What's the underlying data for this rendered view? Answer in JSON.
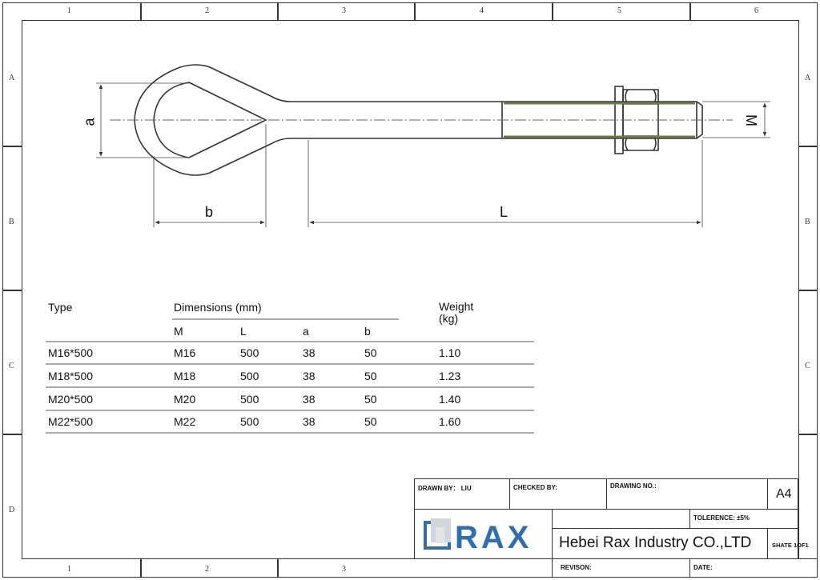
{
  "grid": {
    "columns": [
      "1",
      "2",
      "3",
      "4",
      "5",
      "6"
    ],
    "bottom_columns": [
      "1",
      "2",
      "3"
    ],
    "rows": [
      "A",
      "B",
      "C",
      "D"
    ]
  },
  "drawing": {
    "dimension_labels": {
      "a": "a",
      "b": "b",
      "L": "L",
      "M": "M"
    },
    "line_color": "#333333",
    "thread_color": "#6b7d4a"
  },
  "table": {
    "headers": {
      "type": "Type",
      "dimensions": "Dimensions (mm)",
      "weight": "Weight",
      "weight_unit": "(kg)"
    },
    "subheaders": [
      "M",
      "L",
      "a",
      "b"
    ],
    "rows": [
      {
        "type": "M16*500",
        "M": "M16",
        "L": "500",
        "a": "38",
        "b": "50",
        "weight": "1.10"
      },
      {
        "type": "M18*500",
        "M": "M18",
        "L": "500",
        "a": "38",
        "b": "50",
        "weight": "1.23"
      },
      {
        "type": "M20*500",
        "M": "M20",
        "L": "500",
        "a": "38",
        "b": "50",
        "weight": "1.40"
      },
      {
        "type": "M22*500",
        "M": "M22",
        "L": "500",
        "a": "38",
        "b": "50",
        "weight": "1.60"
      }
    ]
  },
  "title_block": {
    "drawn_by": "DRAWN BY：  LIU",
    "checked_by": "CHECKED BY:",
    "drawing_no": "DRAWING NO.:",
    "size": "A4",
    "tolerance": "TOLERENCE:  ±5%",
    "company": "Hebei Rax Industry CO.,LTD",
    "sheet": "SHATE 1OF1",
    "revision": "REVISON:",
    "date": "DATE:",
    "logo_text": "RAX",
    "logo_color": "#2f6fb0"
  }
}
